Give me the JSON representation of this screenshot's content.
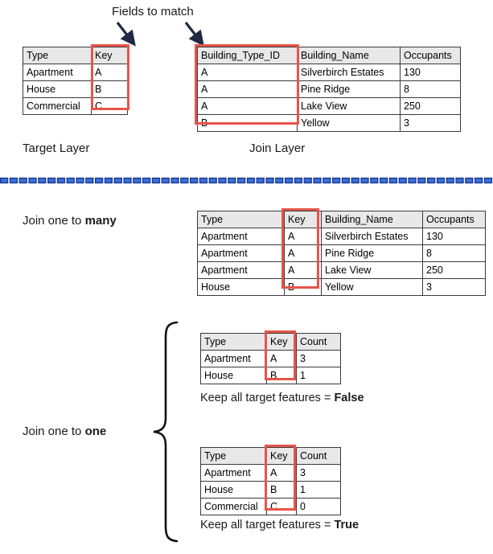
{
  "annotations": {
    "fields_to_match": "Fields to match",
    "target_layer": "Target Layer",
    "join_layer": "Join Layer",
    "join_one_to_many_prefix": "Join one to ",
    "join_one_to_many_emphasis": "many",
    "join_one_to_one_prefix": "Join one to ",
    "join_one_to_one_emphasis": "one",
    "keep_all_prefix": "Keep all target features = ",
    "keep_all_false": "False",
    "keep_all_true": "True"
  },
  "colors": {
    "highlight_red": "#e8544a",
    "header_grey": "#e8e8e8",
    "border_grey": "#3a3a3a",
    "divider_blue": "#2f5bbf",
    "divider_fill": "#3a6ed8",
    "arrow_navy": "#1f2a44"
  },
  "tables": {
    "target_layer": {
      "headers": [
        "Type",
        "Key"
      ],
      "rows": [
        [
          "Apartment",
          "A"
        ],
        [
          "House",
          "B"
        ],
        [
          "Commercial",
          "C"
        ]
      ]
    },
    "join_layer": {
      "headers": [
        "Building_Type_ID",
        "Building_Name",
        "Occupants"
      ],
      "rows": [
        [
          "A",
          "Silverbirch Estates",
          "130"
        ],
        [
          "A",
          "Pine Ridge",
          "8"
        ],
        [
          "A",
          "Lake View",
          "250"
        ],
        [
          "B",
          "Yellow",
          "3"
        ]
      ]
    },
    "one_to_many": {
      "headers": [
        "Type",
        "Key",
        "Building_Name",
        "Occupants"
      ],
      "rows": [
        [
          "Apartment",
          "A",
          "Silverbirch Estates",
          "130"
        ],
        [
          "Apartment",
          "A",
          "Pine Ridge",
          "8"
        ],
        [
          "Apartment",
          "A",
          "Lake View",
          "250"
        ],
        [
          "House",
          "B",
          "Yellow",
          "3"
        ]
      ]
    },
    "one_to_one_false": {
      "headers": [
        "Type",
        "Key",
        "Count"
      ],
      "rows": [
        [
          "Apartment",
          "A",
          "3"
        ],
        [
          "House",
          "B",
          "1"
        ]
      ]
    },
    "one_to_one_true": {
      "headers": [
        "Type",
        "Key",
        "Count"
      ],
      "rows": [
        [
          "Apartment",
          "A",
          "3"
        ],
        [
          "House",
          "B",
          "1"
        ],
        [
          "Commercial",
          "C",
          "0"
        ]
      ]
    }
  }
}
